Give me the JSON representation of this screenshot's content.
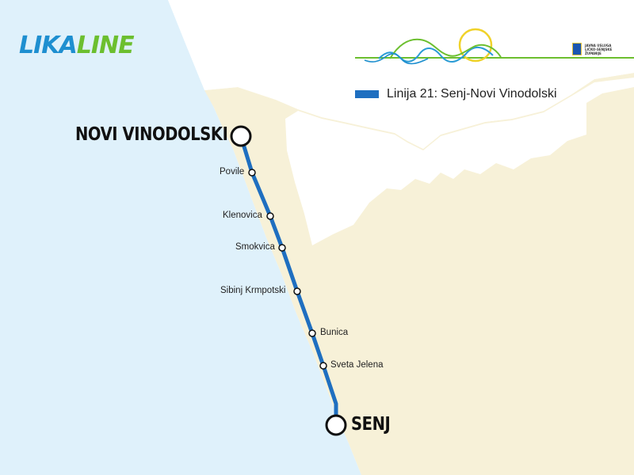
{
  "brand": {
    "part1": "LIKA",
    "part2": "LINE"
  },
  "legend": {
    "line_label": "Linija 21:",
    "route_label": "Senj-Novi Vinodolski",
    "color": "#1f6fc0"
  },
  "county_logo": {
    "icon": "county-crest-icon",
    "text": "JAVNA USLUGA LIČKO-SENJSKE ŽUPANIJE"
  },
  "colors": {
    "sea": "#dff1fb",
    "land": "#f7f1d8",
    "route": "#1f6fc0",
    "brand_blue": "#1e8fd0",
    "brand_green": "#6cbf2f"
  },
  "terminals": [
    {
      "name": "NOVI VINODOLSKI"
    },
    {
      "name": "SENJ"
    }
  ],
  "stops": [
    {
      "name": "Povile"
    },
    {
      "name": "Klenovica"
    },
    {
      "name": "Smokvica"
    },
    {
      "name": "Sibinj Krmpotski"
    },
    {
      "name": "Bunica"
    },
    {
      "name": "Sveta Jelena"
    }
  ]
}
